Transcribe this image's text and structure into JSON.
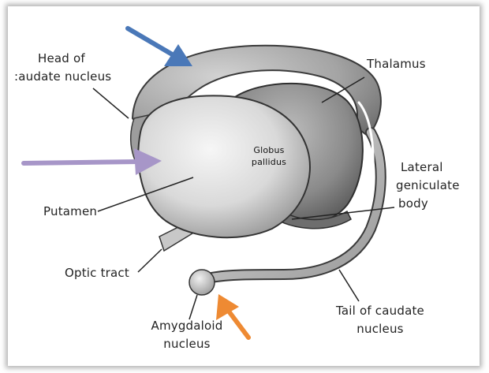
{
  "labels": {
    "head_line1": "Head of",
    "head_line2": ":audate nucleus",
    "thalamus": "Thalamus",
    "globus_line1": "Globus",
    "globus_line2": "pallidus",
    "lateral_line1": "Lateral",
    "lateral_line2": "geniculate",
    "lateral_line3": "body",
    "putamen": "Putamen",
    "optic": "Optic tract",
    "amygdaloid_line1": "Amygdaloid",
    "amygdaloid_line2": "nucleus",
    "tail_line1": "Tail of caudate",
    "tail_line2": "nucleus"
  },
  "colors": {
    "arrow_blue": "#4a78b8",
    "arrow_purple": "#a796c8",
    "arrow_orange": "#ee8a33"
  }
}
